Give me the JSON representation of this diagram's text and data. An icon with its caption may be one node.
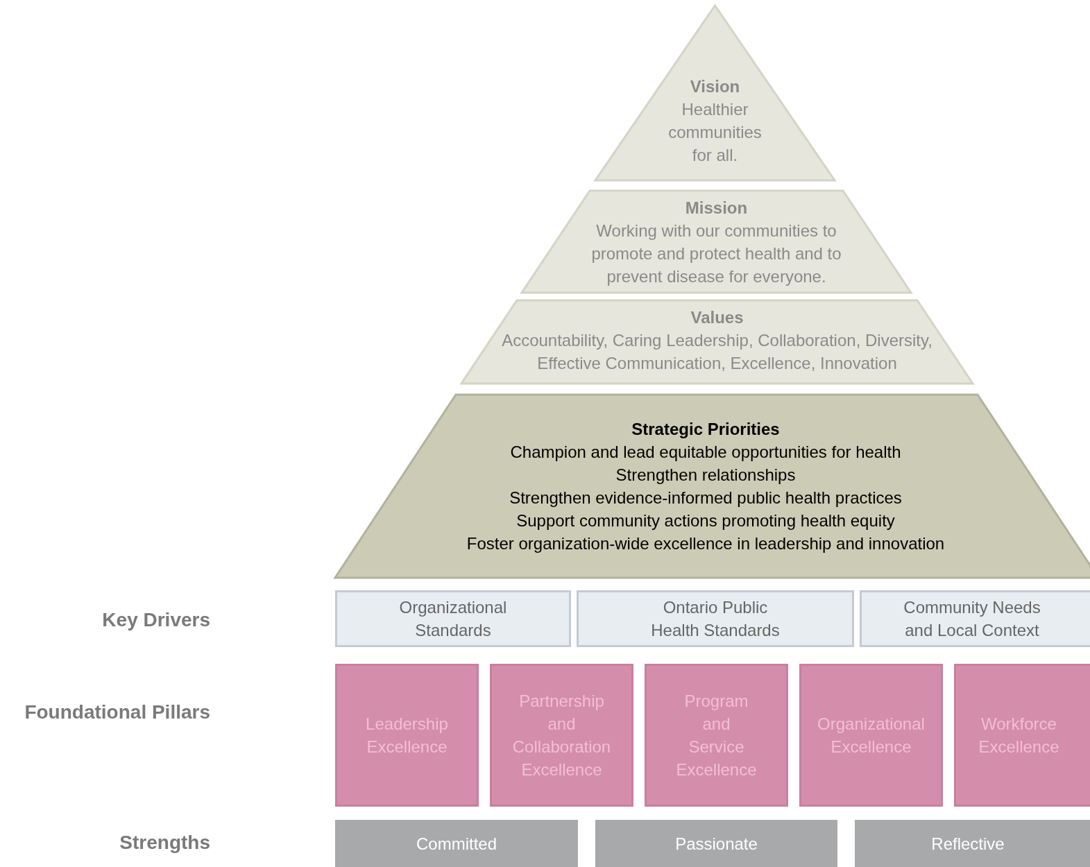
{
  "diagram": {
    "nodes": [
      {
        "text": [
          "Vision",
          "Healthier communities for all."
        ]
      },
      {
        "text": [
          "Mission",
          "Working with our communities to promote and protect health and to prevent disease for everyone."
        ]
      },
      {
        "text": [
          "Values",
          "Accountability, Caring Leadership, Collaboration, Diversity, Effective Communication, Excellence, Innovation"
        ]
      },
      {
        "text": [
          "Strategic Priorities",
          "Champion and lead equitable opportunities for health",
          "Strengthen relationships",
          "Strengthen evidence-informed public health practices",
          "Support community actions promoting health equity",
          "Foster organization-wide excellence in leadership and innovation"
        ]
      },
      {
        "text": [
          "Organizational Standards"
        ]
      },
      {
        "text": [
          "Ontario Public Health Standards"
        ]
      },
      {
        "text": [
          "Community Needs and Local Context"
        ]
      },
      {
        "text": [
          "Leadership Excellence"
        ]
      },
      {
        "text": [
          "Partnership and Collaboration Excellence"
        ]
      },
      {
        "text": [
          "Program and Service Excellence"
        ]
      },
      {
        "text": [
          "Organizational Excellence"
        ]
      },
      {
        "text": [
          "Workforce Excellence"
        ]
      },
      {
        "text": [
          "Committed"
        ]
      },
      {
        "text": [
          "Passionate"
        ]
      },
      {
        "text": [
          "Reflective"
        ]
      }
    ],
    "labels": [
      "Key Drivers",
      "Foundational Pillars",
      "Strengths"
    ]
  }
}
